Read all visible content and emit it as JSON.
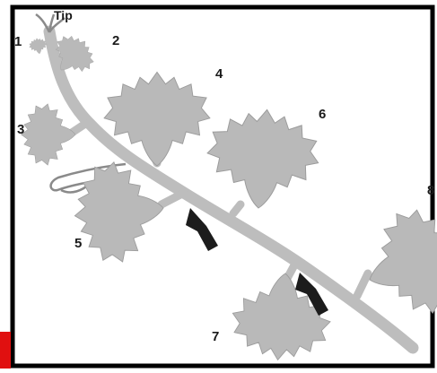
{
  "figure": {
    "tip_label": "Tip",
    "leaf_labels": [
      "1",
      "2",
      "3",
      "4",
      "5",
      "6",
      "7",
      "8"
    ],
    "colors": {
      "background": "#ffffff",
      "leaf": "#b9b9b9",
      "leaf_edge": "#9c9c9c",
      "stem": "#bdbdbd",
      "tendril": "#8a8a8a",
      "arrow": "#1c1c1c",
      "frame": "#000000",
      "accent": "#e01010"
    },
    "annotations": [
      {
        "icon": "arrow-icon",
        "points_to": "node between leaf 4 and leaf 5"
      },
      {
        "icon": "arrow-icon",
        "points_to": "node between leaf 7 and leaf 8"
      }
    ]
  }
}
